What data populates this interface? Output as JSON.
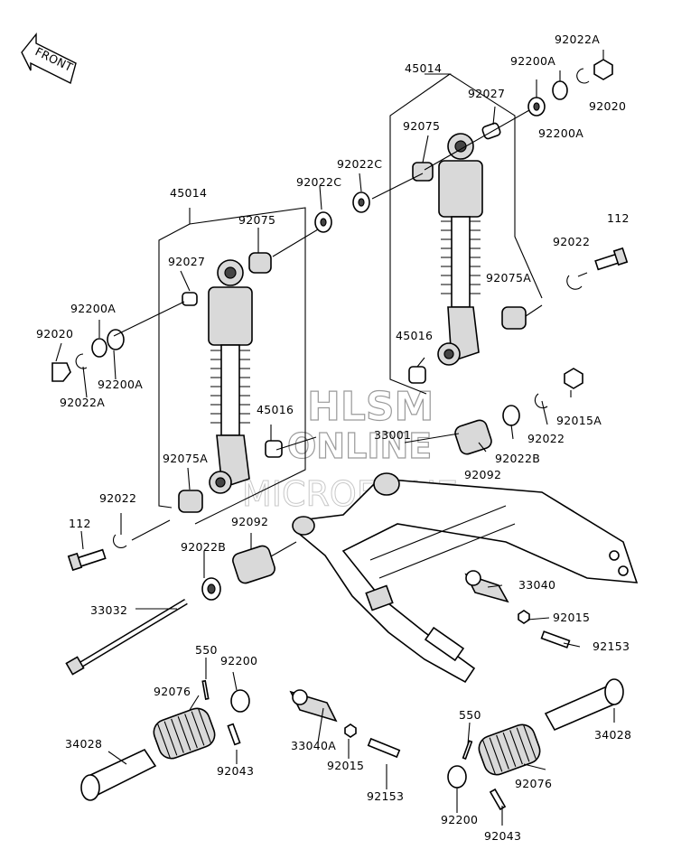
{
  "direction_label": "FRONT",
  "watermark": {
    "line1": "HLSM",
    "line2": "ONLINE",
    "line3": "MICROFICHE"
  },
  "labels": {
    "l45014_r": "45014",
    "l92022A_r": "92022A",
    "l92200A_rt": "92200A",
    "l92027_r": "92027",
    "l92075_r": "92075",
    "l92022C_r": "92022C",
    "l92200A_rb": "92200A",
    "l92020_r": "92020",
    "l92022C_l": "92022C",
    "l45014_l": "45014",
    "l92075_l": "92075",
    "l112_r": "112",
    "l92022_r": "92022",
    "l92027_l": "92027",
    "l92075A_r": "92075A",
    "l92200A_l": "92200A",
    "l45016_r": "45016",
    "l92020_l": "92020",
    "l92200A_l2": "92200A",
    "l92022A_l": "92022A",
    "l92015A": "92015A",
    "l45016_l": "45016",
    "l33001": "33001",
    "l92022_r2": "92022",
    "l92022B_r": "92022B",
    "l92075A_l": "92075A",
    "l92092_r": "92092",
    "l92022_l": "92022",
    "l92092_l": "92092",
    "l112_l": "112",
    "l92022B_l": "92022B",
    "l33040": "33040",
    "l33032": "33032",
    "l92015_r": "92015",
    "l92153_r": "92153",
    "l550_l": "550",
    "l92200_l": "92200",
    "l92076_l": "92076",
    "l34028_l": "34028",
    "l92043_l": "92043",
    "l33040A": "33040A",
    "l92015_l": "92015",
    "l92153_l": "92153",
    "l550_r": "550",
    "l34028_r": "34028",
    "l92076_r": "92076",
    "l92200_r": "92200",
    "l92043_r": "92043"
  }
}
